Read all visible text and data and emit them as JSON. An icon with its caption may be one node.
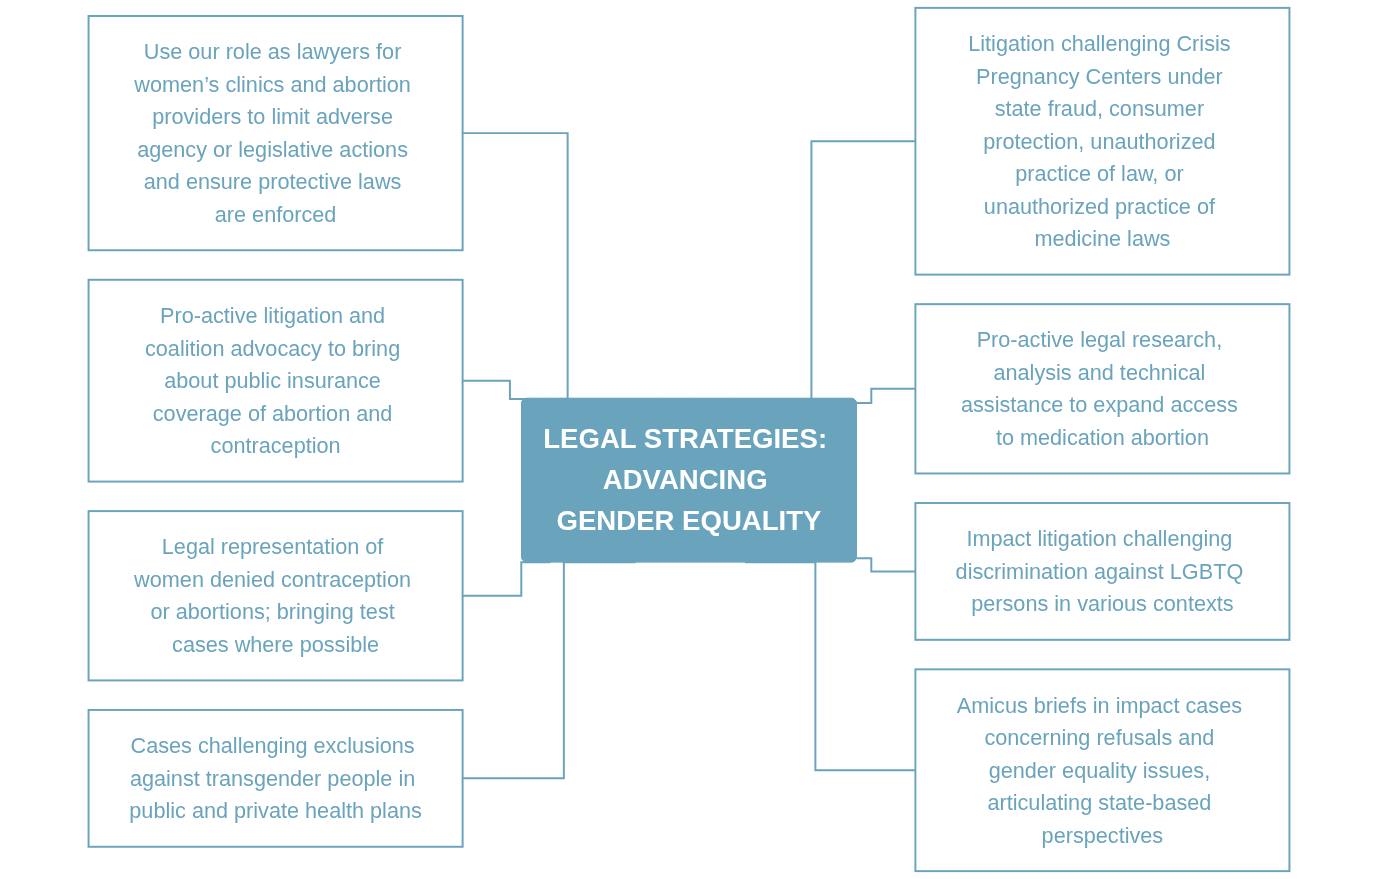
{
  "diagram": {
    "nodes": [
      {
        "text": [
          "Use our role as lawyers for women’s clinics and abortion providers to limit adverse agency or legislative actions and ensure protective laws are enforced"
        ]
      },
      {
        "text": [
          "Pro-active litigation and coalition advocacy to bring about public insurance coverage of abortion and contraception"
        ]
      },
      {
        "text": [
          "Litigation challenging Crisis Pregnancy Centers under state fraud, consumer protection, unauthorized practice of law, or unauthorized practice of medicine laws"
        ]
      },
      {
        "text": [
          "LEGAL STRATEGIES: ADVANCING GENDER EQUALITY"
        ]
      },
      {
        "text": [
          "Legal representation of women denied contraception or abortions; bringing test cases where possible"
        ]
      },
      {
        "text": [
          "Pro-active legal research, analysis and technical assistance to expand access to medication abortion"
        ]
      },
      {
        "text": [
          "Cases challenging exclusions against transgender people in public and private health plans"
        ]
      },
      {
        "text": [
          "Impact litigation challenging discrimination against LGBTQ persons in various contexts"
        ]
      },
      {
        "text": [
          "Amicus briefs in impact cases concerning refusals and gender equality issues, articulating state-based perspectives"
        ]
      }
    ],
    "edges": [
      {
        "from": 0,
        "to": 3,
        "arrow": "none"
      },
      {
        "from": 1,
        "to": 3,
        "arrow": "none"
      },
      {
        "from": 3,
        "to": 2,
        "arrow": "none"
      },
      {
        "from": 4,
        "to": 3,
        "arrow": "none"
      },
      {
        "from": 3,
        "to": 5,
        "arrow": "none"
      },
      {
        "from": 6,
        "to": 3,
        "arrow": "none"
      },
      {
        "from": 3,
        "to": 7,
        "arrow": "none"
      },
      {
        "from": 3,
        "to": 8,
        "arrow": "none"
      }
    ]
  }
}
